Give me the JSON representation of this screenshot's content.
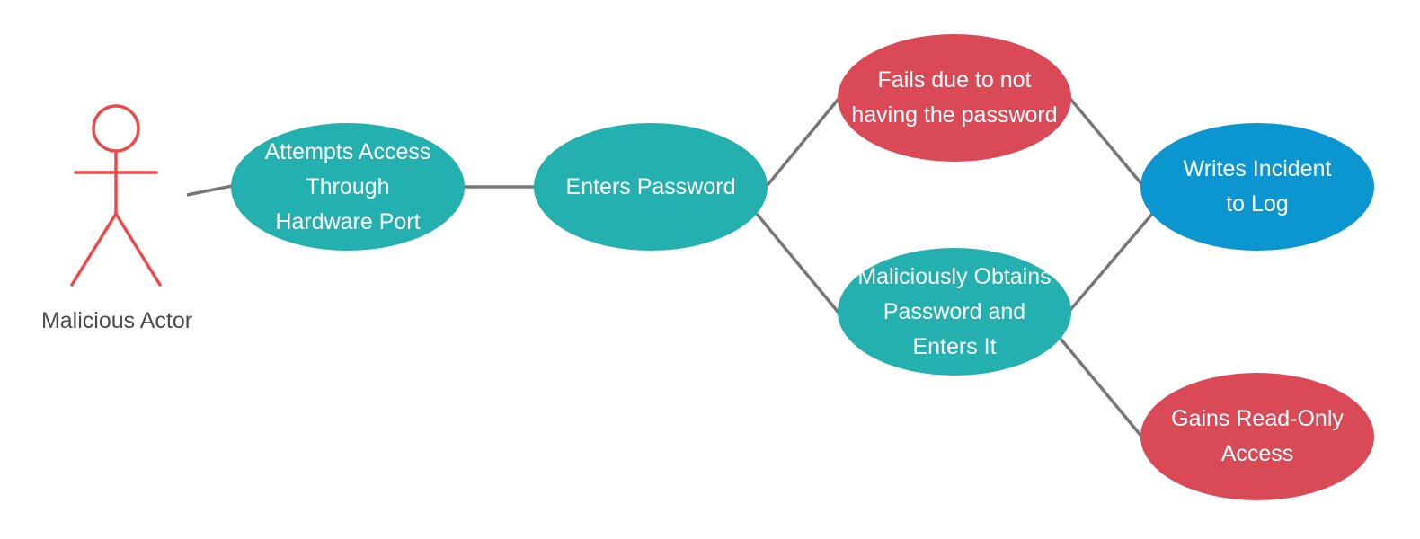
{
  "colors": {
    "teal": "#24b0ae",
    "red": "#d94a56",
    "blue": "#0b96cf",
    "connector": "#777777",
    "actor": "#f04848",
    "actor_text": "#4a4a4a"
  },
  "actor": {
    "label": "Malicious Actor",
    "icon": "stick-figure-icon"
  },
  "use_cases": [
    {
      "id": "attempts-access",
      "label": "Attempts Access\nThrough\nHardware Port",
      "color": "teal"
    },
    {
      "id": "enters-password",
      "label": "Enters Password",
      "color": "teal"
    },
    {
      "id": "fails",
      "label": "Fails due to not\nhaving the password",
      "color": "red"
    },
    {
      "id": "maliciously-obtains",
      "label": "Maliciously Obtains\nPassword and\nEnters It",
      "color": "teal"
    },
    {
      "id": "writes-incident",
      "label": "Writes Incident\nto Log",
      "color": "blue"
    },
    {
      "id": "gains-read-only",
      "label": "Gains Read-Only\nAccess",
      "color": "red"
    }
  ],
  "connections": [
    [
      "actor",
      "attempts-access"
    ],
    [
      "attempts-access",
      "enters-password"
    ],
    [
      "enters-password",
      "fails"
    ],
    [
      "enters-password",
      "maliciously-obtains"
    ],
    [
      "fails",
      "writes-incident"
    ],
    [
      "maliciously-obtains",
      "writes-incident"
    ],
    [
      "maliciously-obtains",
      "gains-read-only"
    ]
  ]
}
